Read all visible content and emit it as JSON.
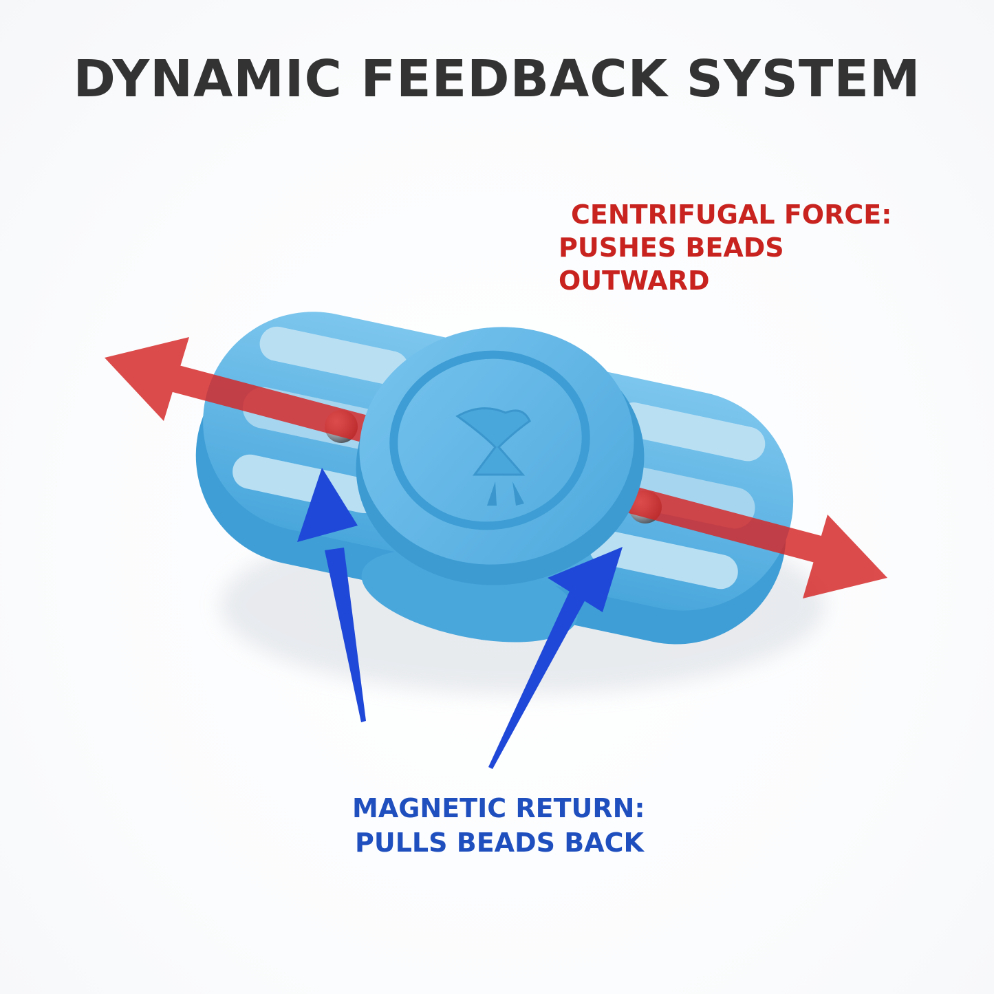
{
  "title": "DYNAMIC FEEDBACK SYSTEM",
  "centrifugal": {
    "line1": "CENTRIFUGAL FORCE:",
    "line2": "PUSHES BEADS OUTWARD",
    "color": "#c8231f"
  },
  "magnetic": {
    "line1": "MAGNETIC RETURN:",
    "line2": "PULLS BEADS BACK",
    "color": "#1f4fbf"
  },
  "product": {
    "body_color": "#5cb6e6",
    "bead_color": "#9aa3ad"
  }
}
